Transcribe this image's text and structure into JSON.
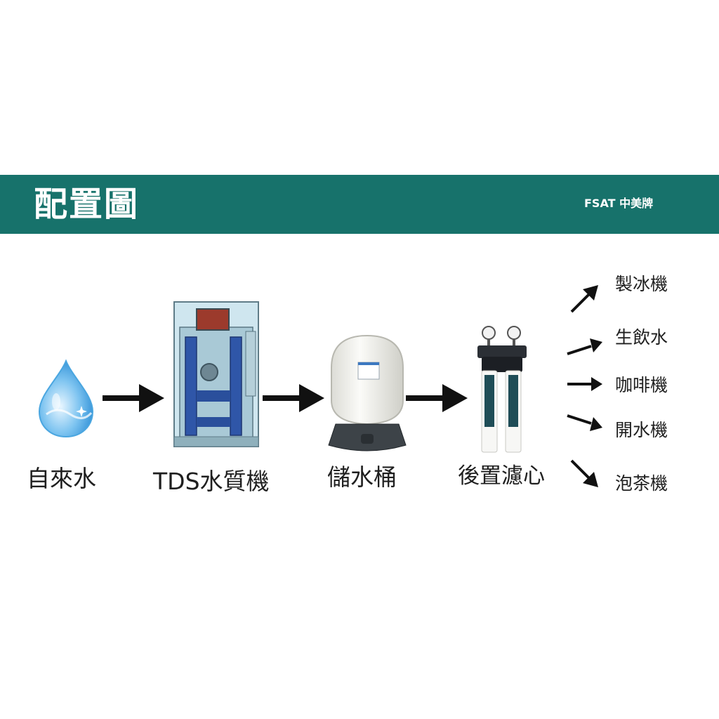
{
  "header": {
    "title": "配置圖",
    "brand": "FSAT 中美牌"
  },
  "stages": [
    {
      "label": "自來水",
      "icon": "water-drop-icon"
    },
    {
      "label": "TDS水質機",
      "icon": "tds-machine-icon"
    },
    {
      "label": "儲水桶",
      "icon": "storage-tank-icon"
    },
    {
      "label": "後置濾心",
      "icon": "post-filter-icon"
    }
  ],
  "outputs": [
    "製冰機",
    "生飲水",
    "咖啡機",
    "開水機",
    "泡茶機"
  ],
  "colors": {
    "banner": "#17726b",
    "arrow": "#111111"
  }
}
